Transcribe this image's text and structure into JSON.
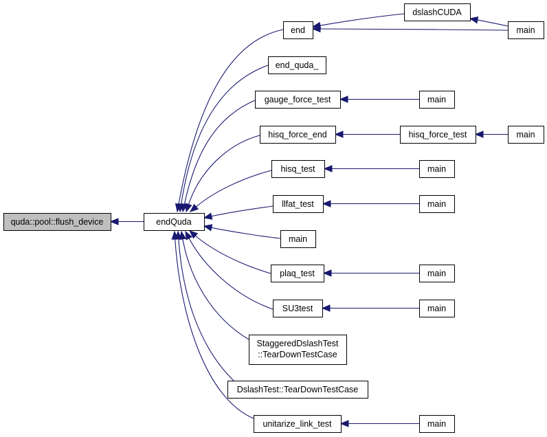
{
  "graph": {
    "edge_color": "#191970",
    "root_fill": "#bfbfbf",
    "nodes": [
      {
        "id": "flush",
        "label": "quda::pool::flush_device",
        "root": true
      },
      {
        "id": "endQuda",
        "label": "endQuda"
      },
      {
        "id": "end",
        "label": "end"
      },
      {
        "id": "dslashCUDA",
        "label": "dslashCUDA"
      },
      {
        "id": "main_top",
        "label": "main"
      },
      {
        "id": "end_quda_",
        "label": "end_quda_"
      },
      {
        "id": "gauge_force_test",
        "label": "gauge_force_test"
      },
      {
        "id": "main_gauge",
        "label": "main"
      },
      {
        "id": "hisq_force_end",
        "label": "hisq_force_end"
      },
      {
        "id": "hisq_force_test",
        "label": "hisq_force_test"
      },
      {
        "id": "main_hisqforce",
        "label": "main"
      },
      {
        "id": "hisq_test",
        "label": "hisq_test"
      },
      {
        "id": "main_hisq",
        "label": "main"
      },
      {
        "id": "llfat_test",
        "label": "llfat_test"
      },
      {
        "id": "main_llfat",
        "label": "main"
      },
      {
        "id": "main_direct",
        "label": "main"
      },
      {
        "id": "plaq_test",
        "label": "plaq_test"
      },
      {
        "id": "main_plaq",
        "label": "main"
      },
      {
        "id": "SU3test",
        "label": "SU3test"
      },
      {
        "id": "main_su3",
        "label": "main"
      },
      {
        "id": "staggered",
        "label": "StaggeredDslashTest",
        "label2": "::TearDownTestCase"
      },
      {
        "id": "dslashtest",
        "label": "DslashTest::TearDownTestCase"
      },
      {
        "id": "unitarize",
        "label": "unitarize_link_test"
      },
      {
        "id": "main_unitarize",
        "label": "main"
      }
    ],
    "edges": [
      {
        "from": "endQuda",
        "to": "flush"
      },
      {
        "from": "end",
        "to": "endQuda"
      },
      {
        "from": "end_quda_",
        "to": "endQuda"
      },
      {
        "from": "gauge_force_test",
        "to": "endQuda"
      },
      {
        "from": "hisq_force_end",
        "to": "endQuda"
      },
      {
        "from": "hisq_test",
        "to": "endQuda"
      },
      {
        "from": "llfat_test",
        "to": "endQuda"
      },
      {
        "from": "main_direct",
        "to": "endQuda"
      },
      {
        "from": "plaq_test",
        "to": "endQuda"
      },
      {
        "from": "SU3test",
        "to": "endQuda"
      },
      {
        "from": "staggered",
        "to": "endQuda"
      },
      {
        "from": "dslashtest",
        "to": "endQuda"
      },
      {
        "from": "unitarize",
        "to": "endQuda"
      },
      {
        "from": "dslashCUDA",
        "to": "end"
      },
      {
        "from": "main_top",
        "to": "end"
      },
      {
        "from": "main_top",
        "to": "dslashCUDA"
      },
      {
        "from": "main_gauge",
        "to": "gauge_force_test"
      },
      {
        "from": "hisq_force_test",
        "to": "hisq_force_end"
      },
      {
        "from": "main_hisqforce",
        "to": "hisq_force_test"
      },
      {
        "from": "main_hisq",
        "to": "hisq_test"
      },
      {
        "from": "main_llfat",
        "to": "llfat_test"
      },
      {
        "from": "main_plaq",
        "to": "plaq_test"
      },
      {
        "from": "main_su3",
        "to": "SU3test"
      },
      {
        "from": "main_unitarize",
        "to": "unitarize"
      }
    ]
  }
}
